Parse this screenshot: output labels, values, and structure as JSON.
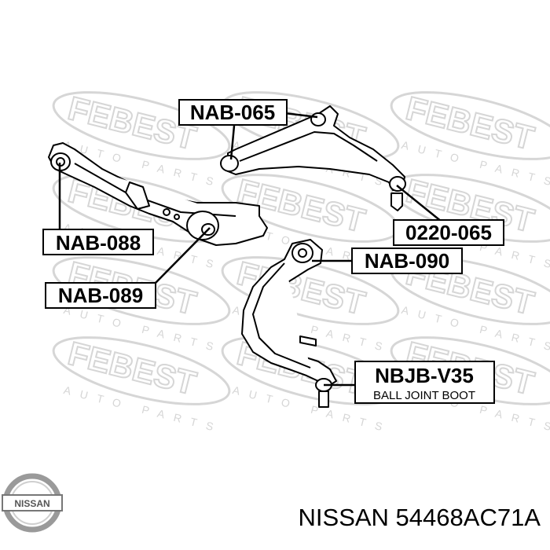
{
  "watermark": {
    "brand": "FEBEST",
    "sub": "AUTO PARTS"
  },
  "labels": {
    "nab_065": "NAB-065",
    "nab_088": "NAB-088",
    "nab_089": "NAB-089",
    "p0220_065": "0220-065",
    "nab_090": "NAB-090",
    "nbjb_v35": "NBJB-V35",
    "ball_joint_boot": "BALL JOINT BOOT"
  },
  "footer": {
    "logo_text": "NISSAN",
    "part_number": "NISSAN 54468AC71A"
  }
}
